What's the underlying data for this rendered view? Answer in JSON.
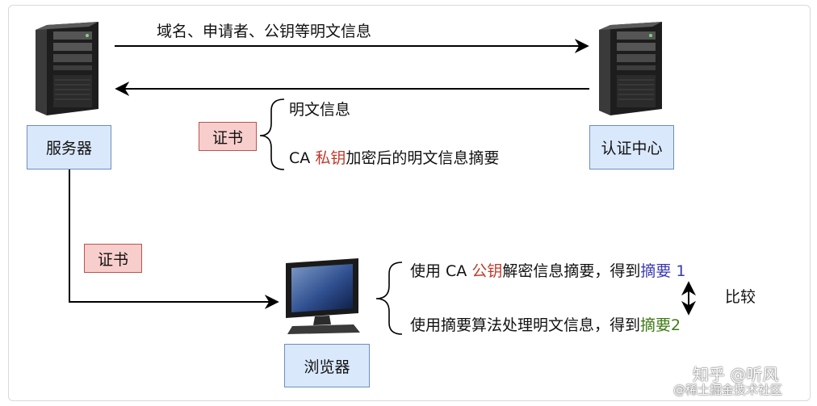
{
  "nodes": {
    "server": "服务器",
    "ca": "认证中心",
    "browser": "浏览器"
  },
  "arrows": {
    "request_label": "域名、申请者、公钥等明文信息"
  },
  "certificate": {
    "label_top": "证书",
    "label_bottom": "证书",
    "contents": {
      "line1": "明文信息",
      "line2_prefix": "CA ",
      "line2_key": "私钥",
      "line2_suffix": "加密后的明文信息摘要"
    }
  },
  "verification": {
    "line1_prefix": "使用 CA ",
    "line1_key": "公钥",
    "line1_mid": "解密信息摘要，得到",
    "line1_result": "摘要 1",
    "line2_prefix": "使用摘要算法处理明文信息，得到",
    "line2_result": "摘要2",
    "compare": "比较"
  },
  "watermark": {
    "line1": "知乎 @听风",
    "line2": "@稀土掘金技术社区"
  },
  "colors": {
    "node_fill": "#dae8fc",
    "node_border": "#6c8ebf",
    "cert_fill": "#f8cecc",
    "cert_border": "#b85450",
    "key_text": "#c0392b",
    "digest1_text": "#3b3bb0",
    "digest2_text": "#3e7a14"
  }
}
